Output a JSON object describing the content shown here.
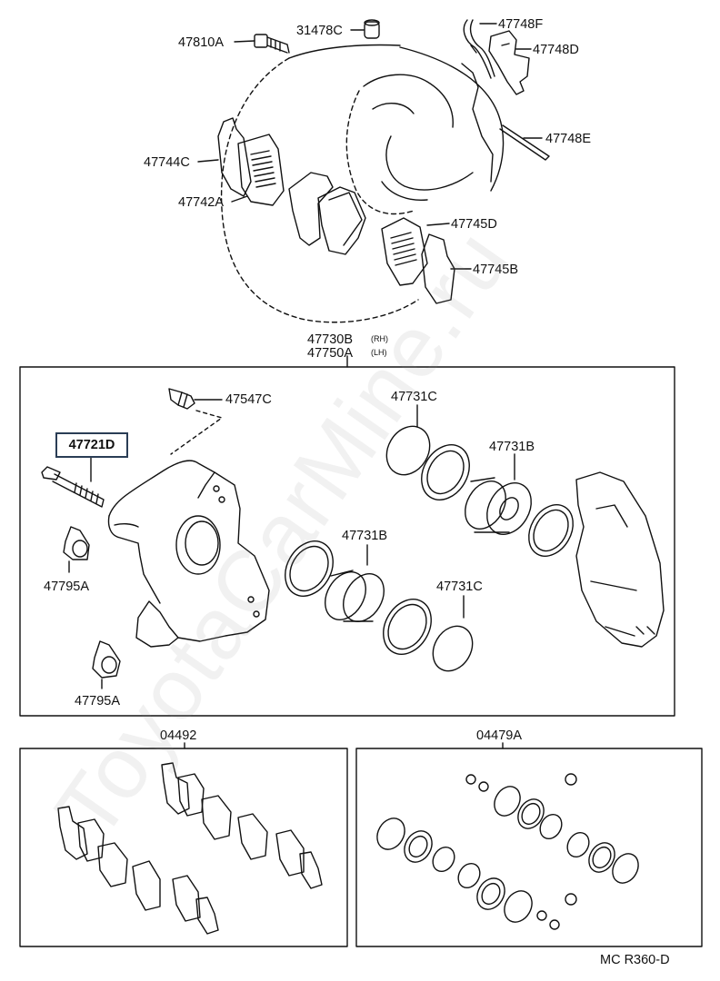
{
  "watermark": "ToyotaCarMine.ru",
  "labels": {
    "p47810A": "47810A",
    "p31478C": "31478C",
    "p47748F": "47748F",
    "p47748D": "47748D",
    "p47748E": "47748E",
    "p47744C": "47744C",
    "p47742A": "47742A",
    "p47745D": "47745D",
    "p47745B": "47745B",
    "p47730B": "47730B",
    "rh": "(RH)",
    "p47750A": "47750A",
    "lh": "(LH)",
    "p47547C": "47547C",
    "p47721D": "47721D",
    "p47731C_top": "47731C",
    "p47731B_right": "47731B",
    "p47731B_mid": "47731B",
    "p47731C_bottom": "47731C",
    "p47795A_top": "47795A",
    "p47795A_bottom": "47795A",
    "p04492": "04492",
    "p04479A": "04479A",
    "code": "MC R360-D"
  }
}
